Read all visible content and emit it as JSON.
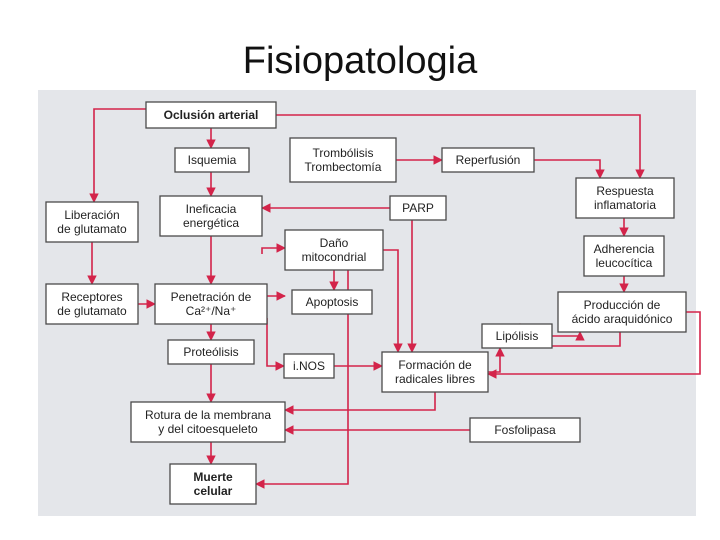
{
  "title": "Fisiopatologia",
  "colors": {
    "arrow": "#d3244a",
    "panel": "#e4e6ea",
    "box_border": "#4a4a4a"
  },
  "nodes": {
    "oclusion": [
      "Oclusión arterial"
    ],
    "isquemia": [
      "Isquemia"
    ],
    "trombolisis": [
      "Trombólisis",
      "Trombectomía"
    ],
    "reperfusion": [
      "Reperfusión"
    ],
    "liberacion": [
      "Liberación",
      "de glutamato"
    ],
    "ineficacia": [
      "Ineficacia",
      "energética"
    ],
    "parp": [
      "PARP"
    ],
    "respuesta": [
      "Respuesta",
      "inflamatoria"
    ],
    "dano": [
      "Daño",
      "mitocondrial"
    ],
    "adherencia": [
      "Adherencia",
      "leucocítica"
    ],
    "receptores": [
      "Receptores",
      "de glutamato"
    ],
    "penetracion": [
      "Penetración de",
      "Ca²⁺/Na⁺"
    ],
    "apoptosis": [
      "Apoptosis"
    ],
    "produccion": [
      "Producción de",
      "ácido araquidónico"
    ],
    "lipolisis": [
      "Lipólisis"
    ],
    "proteolisis": [
      "Proteólisis"
    ],
    "inos": [
      "i.NOS"
    ],
    "formacion": [
      "Formación de",
      "radicales libres"
    ],
    "rotura": [
      "Rotura de la membrana",
      "y del citoesqueleto"
    ],
    "fosfolipasa": [
      "Fosfolipasa"
    ],
    "muerte": [
      "Muerte",
      "celular"
    ]
  }
}
